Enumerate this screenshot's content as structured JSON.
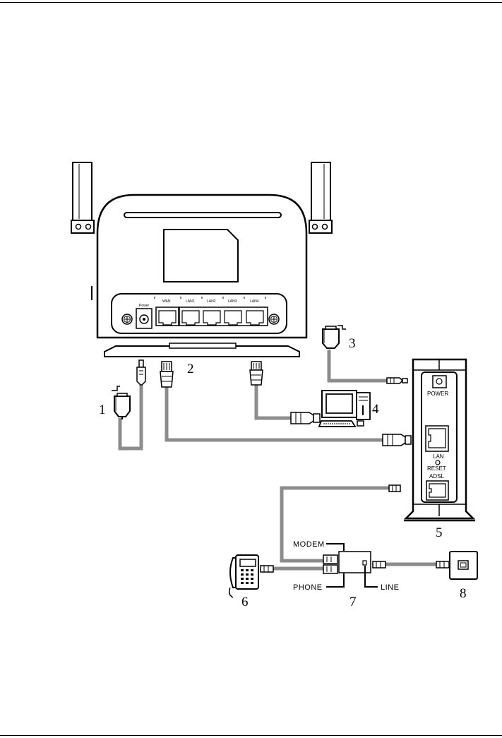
{
  "router": {
    "ports": [
      "Power",
      "WAN",
      "LAN1",
      "LAN2",
      "LAN3",
      "LAN4"
    ]
  },
  "modem": {
    "labels": [
      "POWER",
      "LAN",
      "RESET",
      "ADSL"
    ]
  },
  "splitter": {
    "labels": [
      "MODEM",
      "PHONE",
      "LINE"
    ]
  },
  "callouts": [
    "1",
    "2",
    "3",
    "4",
    "5",
    "6",
    "7",
    "8"
  ],
  "cable_color": "#8c8c8c"
}
